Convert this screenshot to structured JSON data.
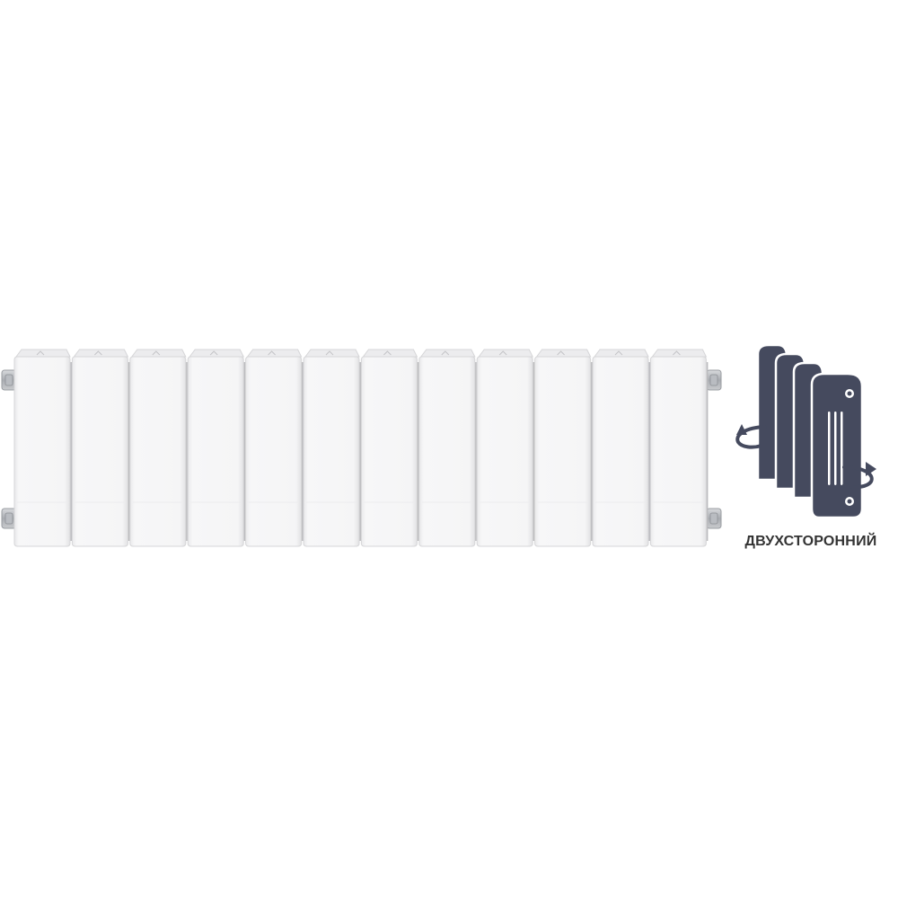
{
  "product": {
    "image": "white-sectional-radiator",
    "section_count": 12,
    "colors": {
      "radiator_white": "#f4f4f5",
      "radiator_edge": "#d6d6d8",
      "radiator_gap": "#bcbcbf",
      "fitting_metal": "#b9bcc1"
    }
  },
  "connection_type": {
    "label": "ДВУХСТОРОННИЙ",
    "icon": "two-sided-connection-radiator-icon",
    "icon_color": "#454a5e",
    "label_color": "#333333"
  }
}
